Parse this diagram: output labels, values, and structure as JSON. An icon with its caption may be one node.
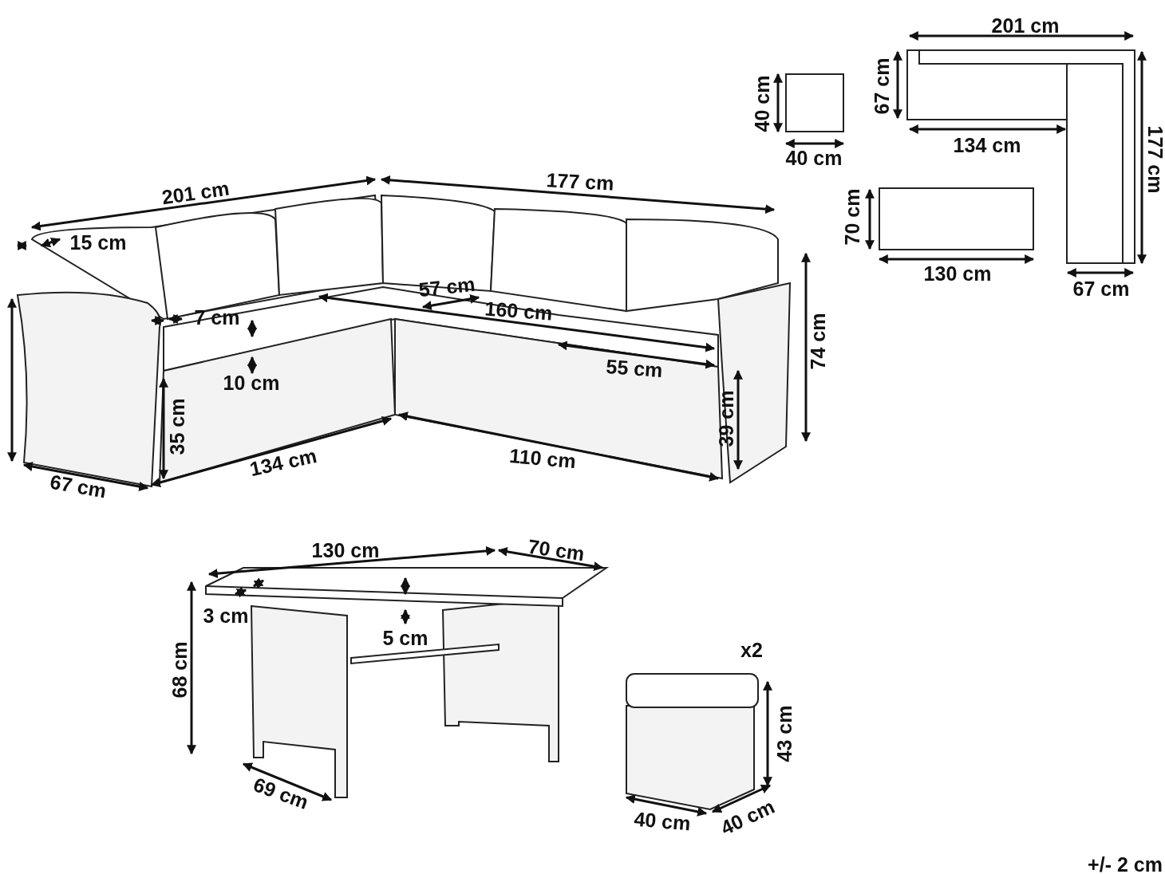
{
  "diagram": {
    "labels": [
      "201 cm",
      "67 cm",
      "40 cm",
      "40 cm",
      "134 cm",
      "177 cm",
      "201 cm",
      "177 cm",
      "70 cm",
      "130 cm",
      "67 cm",
      "15 cm",
      "57 cm",
      "160 cm",
      "7 cm",
      "74 cm",
      "55 cm",
      "10 cm",
      "35 cm",
      "39 cm",
      "110 cm",
      "134 cm",
      "67 cm",
      "130 cm",
      "70 cm",
      "3 cm",
      "5 cm",
      "x2",
      "68 cm",
      "43 cm",
      "69 cm",
      "40 cm",
      "40 cm",
      "+/- 2 cm"
    ]
  }
}
